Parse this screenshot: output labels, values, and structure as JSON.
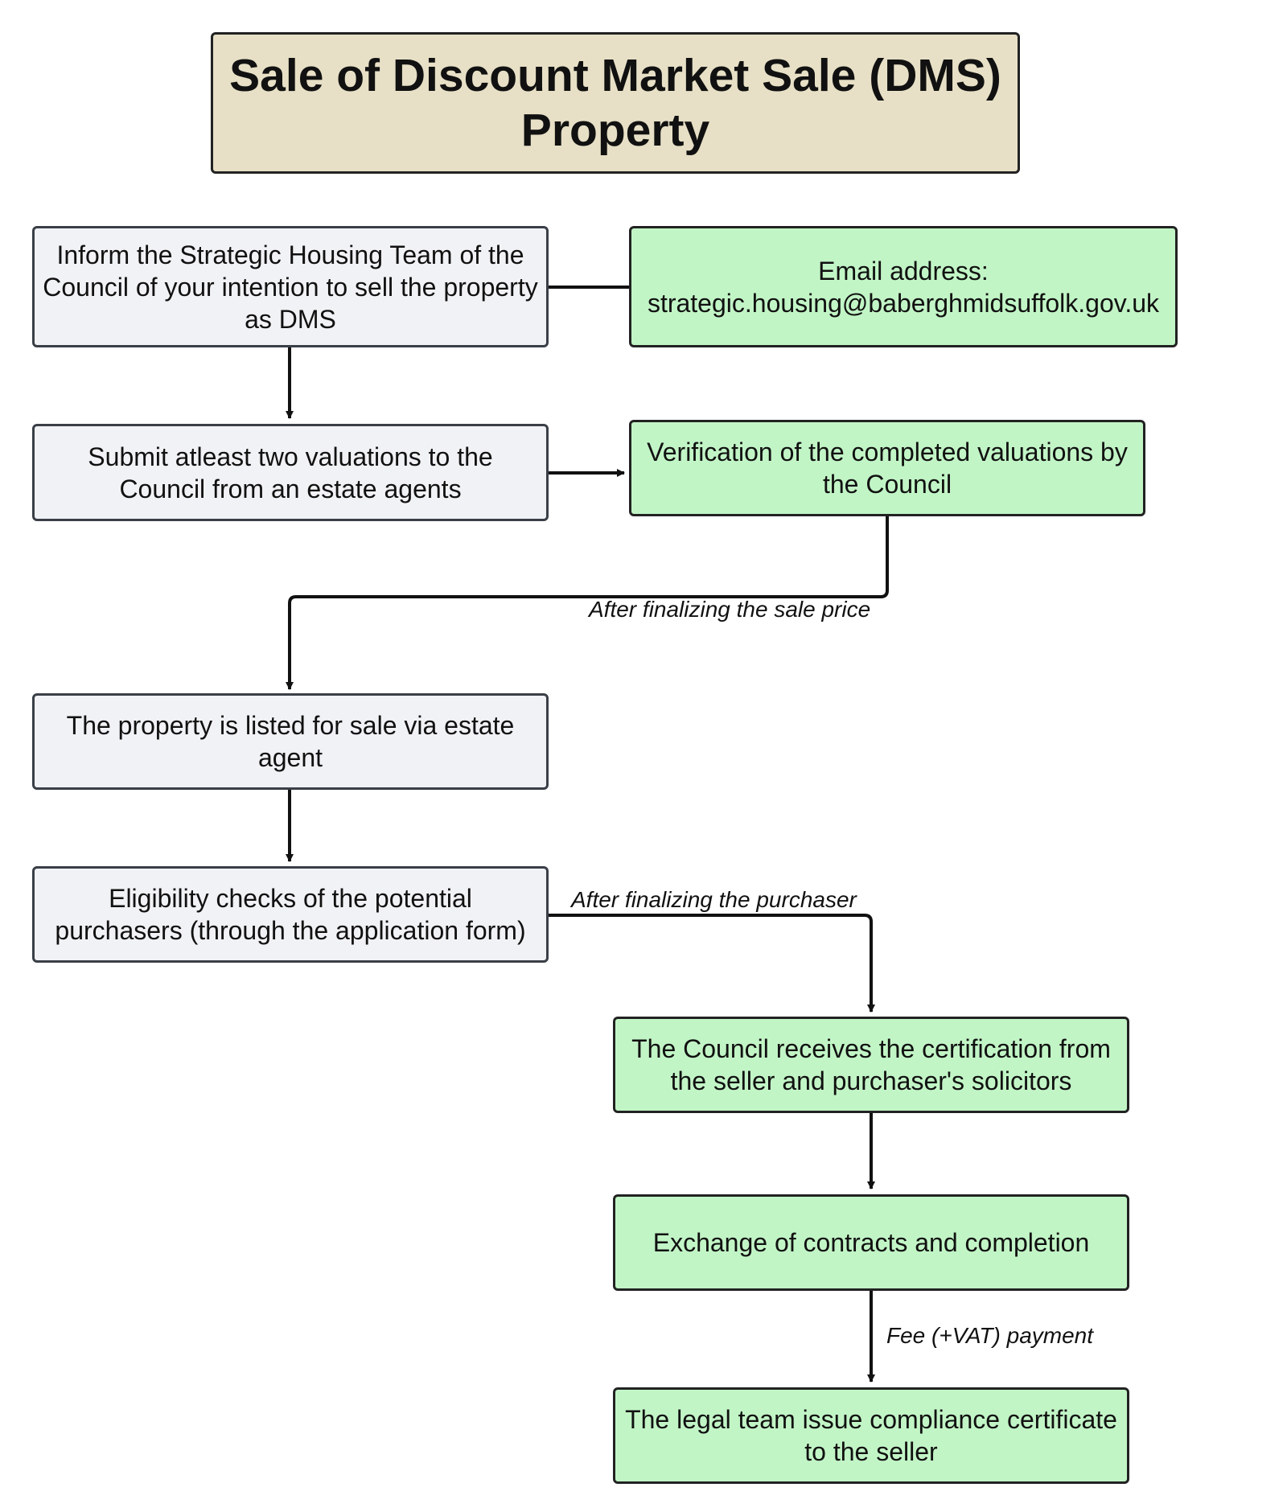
{
  "title": "Sale of Discount Market Sale (DMS) Property",
  "nodes": {
    "inform_team": "Inform the Strategic Housing Team of the Council of your intention to sell the property as DMS",
    "email": {
      "label": "Email address:",
      "value": "strategic.housing@baberghmidsuffolk.gov.uk"
    },
    "submit_valuations": "Submit atleast two valuations to the Council from an estate agents",
    "verification": "Verification of the completed valuations by the Council",
    "listed_for_sale": "The property is listed for sale via estate agent",
    "eligibility_checks": "Eligibility checks of the potential purchasers (through the application form)",
    "council_certification": "The Council receives the certification from the seller and purchaser's solicitors",
    "exchange_contracts": "Exchange of contracts and completion",
    "compliance_certificate": "The legal team issue compliance certificate to the seller"
  },
  "edge_labels": {
    "sale_price": "After finalizing the sale price",
    "purchaser": "After finalizing the purchaser",
    "fee": "Fee (+VAT) payment"
  },
  "colors": {
    "title_fill": "#e7e0c6",
    "grey_fill": "#f1f2f5",
    "green_fill": "#c2f5c6",
    "stroke": "#111111"
  }
}
